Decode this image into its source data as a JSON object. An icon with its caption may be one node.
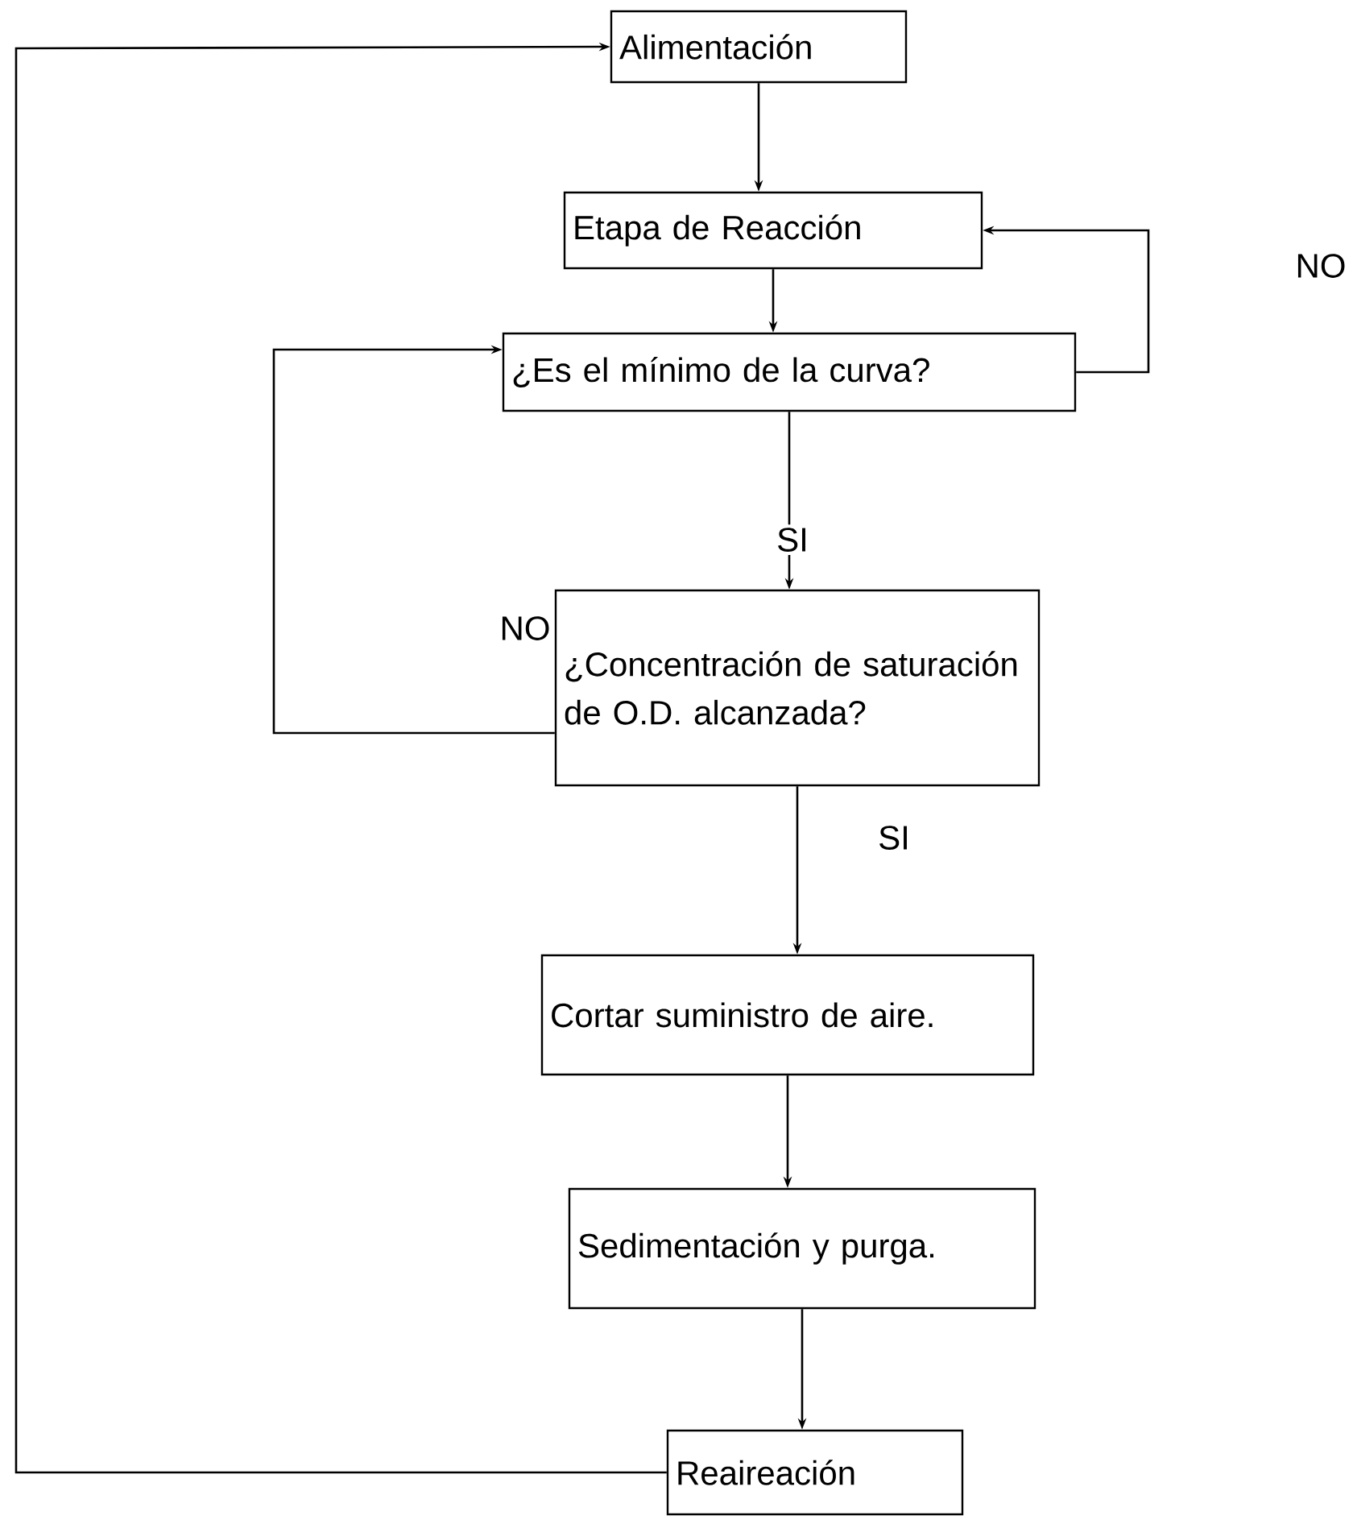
{
  "diagram": {
    "nodes": [
      {
        "text": [
          "Alimentación"
        ]
      },
      {
        "text": [
          "Etapa de Reacción"
        ]
      },
      {
        "text": [
          "¿Es el mínimo de la curva?"
        ]
      },
      {
        "text": [
          "¿Concentración de saturación de O.D. alcanzada?"
        ]
      },
      {
        "text": [
          "Cortar suministro de aire."
        ]
      },
      {
        "text": [
          "Sedimentación y purga."
        ]
      },
      {
        "text": [
          "Reaireación"
        ]
      }
    ],
    "edges": [
      {
        "from": 0,
        "to": 1,
        "arrow": "to"
      },
      {
        "from": 1,
        "to": 2,
        "arrow": "to"
      },
      {
        "from": 2,
        "to": 1,
        "arrow": "to",
        "label": "NO"
      },
      {
        "from": 2,
        "to": 3,
        "arrow": "to",
        "label": "SI"
      },
      {
        "from": 3,
        "to": 2,
        "arrow": "to",
        "label": "NO"
      },
      {
        "from": 3,
        "to": 4,
        "arrow": "to",
        "label": "SI"
      },
      {
        "from": 4,
        "to": 5,
        "arrow": "to"
      },
      {
        "from": 5,
        "to": 6,
        "arrow": "to"
      },
      {
        "from": 6,
        "to": 0,
        "arrow": "to"
      }
    ]
  }
}
